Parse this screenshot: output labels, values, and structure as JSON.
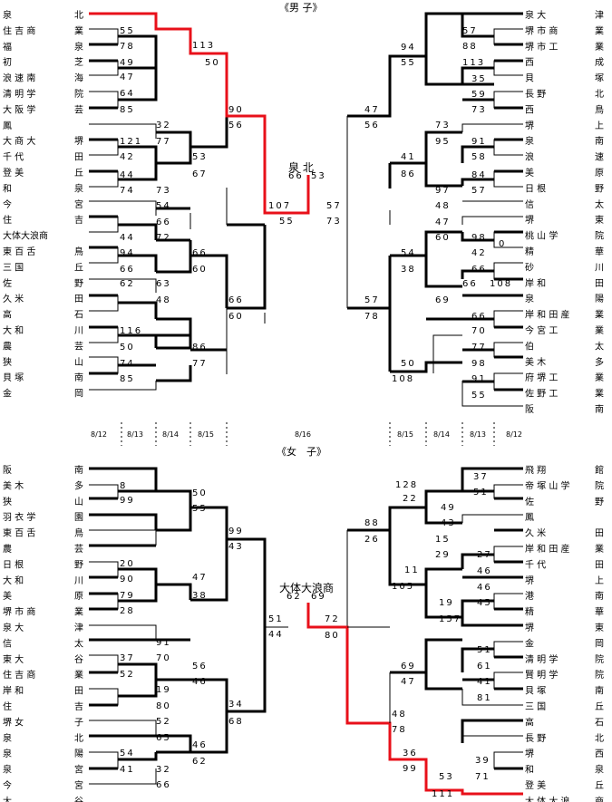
{
  "boys_title": "《男 子》",
  "girls_title": "《女　子》",
  "dates_left": [
    "8/12",
    "8/13",
    "8/14",
    "8/15"
  ],
  "date_center": "8/16",
  "dates_right": [
    "8/15",
    "8/14",
    "8/13",
    "8/12"
  ],
  "boys_champion": "泉 北",
  "boys_final_scores": [
    "66",
    "53"
  ],
  "girls_champion": "大体大浪商",
  "girls_final_scores": [
    "62",
    "69"
  ],
  "boys_left_teams": [
    [
      "泉",
      "北"
    ],
    [
      "住 吉 商",
      "業"
    ],
    [
      "福",
      "泉"
    ],
    [
      "初",
      "芝"
    ],
    [
      "浪 速 南",
      "海"
    ],
    [
      "清 明 学",
      "院"
    ],
    [
      "大 阪 学",
      "芸"
    ],
    [
      "鳳",
      ""
    ],
    [
      "大 商 大",
      "堺"
    ],
    [
      "千 代",
      "田"
    ],
    [
      "登 美",
      "丘"
    ],
    [
      "和",
      "泉"
    ],
    [
      "今",
      "宮"
    ],
    [
      "住",
      "吉"
    ],
    [
      "大体大浪商",
      ""
    ],
    [
      "東 百 舌",
      "鳥"
    ],
    [
      "三 国",
      "丘"
    ],
    [
      "佐",
      "野"
    ],
    [
      "久 米",
      "田"
    ],
    [
      "高",
      "石"
    ],
    [
      "大 和",
      "川"
    ],
    [
      "農",
      "芸"
    ],
    [
      "狭",
      "山"
    ],
    [
      "貝 塚",
      "南"
    ],
    [
      "金",
      "岡"
    ]
  ],
  "boys_right_teams": [
    [
      "泉 大",
      "津"
    ],
    [
      "堺 市 商",
      "業"
    ],
    [
      "堺 市 工",
      "業"
    ],
    [
      "西",
      "成"
    ],
    [
      "貝",
      "塚"
    ],
    [
      "長 野",
      "北"
    ],
    [
      "西",
      "鳥"
    ],
    [
      "堺",
      "上"
    ],
    [
      "泉",
      "南"
    ],
    [
      "浪",
      "速"
    ],
    [
      "美",
      "原"
    ],
    [
      "日 根",
      "野"
    ],
    [
      "信",
      "太"
    ],
    [
      "堺",
      "東"
    ],
    [
      "桃 山 学",
      "院"
    ],
    [
      "精",
      "華"
    ],
    [
      "砂",
      "川"
    ],
    [
      "岸 和",
      "田"
    ],
    [
      "泉",
      "陽"
    ],
    [
      "岸 和 田 産",
      "業"
    ],
    [
      "今 宮 工",
      "業"
    ],
    [
      "伯",
      "太"
    ],
    [
      "美 木",
      "多"
    ],
    [
      "府 堺 工",
      "業"
    ],
    [
      "佐 野 工",
      "業"
    ],
    [
      "阪",
      "南"
    ]
  ],
  "girls_left_teams": [
    [
      "阪",
      "南"
    ],
    [
      "美 木",
      "多"
    ],
    [
      "狭",
      "山"
    ],
    [
      "羽 衣 学",
      "園"
    ],
    [
      "東 百 舌",
      "鳥"
    ],
    [
      "農",
      "芸"
    ],
    [
      "日 根",
      "野"
    ],
    [
      "大 和",
      "川"
    ],
    [
      "美",
      "原"
    ],
    [
      "堺 市 商",
      "業"
    ],
    [
      "泉 大",
      "津"
    ],
    [
      "信",
      "太"
    ],
    [
      "東 大",
      "谷"
    ],
    [
      "住 吉 商",
      "業"
    ],
    [
      "岸 和",
      "田"
    ],
    [
      "住",
      "吉"
    ],
    [
      "堺 女",
      "子"
    ],
    [
      "泉",
      "北"
    ],
    [
      "泉",
      "陽"
    ],
    [
      "泉",
      "宮"
    ],
    [
      "今",
      "宮"
    ],
    [
      "大",
      "谷"
    ]
  ],
  "girls_right_teams": [
    [
      "飛 翔",
      "館"
    ],
    [
      "帝 塚 山 学",
      "院"
    ],
    [
      "佐",
      "野"
    ],
    [
      "鳳",
      ""
    ],
    [
      "久 米",
      "田"
    ],
    [
      "岸 和 田 産",
      "業"
    ],
    [
      "千 代",
      "田"
    ],
    [
      "堺",
      "上"
    ],
    [
      "港",
      "南"
    ],
    [
      "精",
      "華"
    ],
    [
      "堺",
      "東"
    ],
    [
      "金",
      "岡"
    ],
    [
      "清 明 学",
      "院"
    ],
    [
      "賢 明 学",
      "院"
    ],
    [
      "貝 塚",
      "南"
    ],
    [
      "三 国",
      "丘"
    ],
    [
      "高",
      "石"
    ],
    [
      "長 野",
      "北"
    ],
    [
      "堺",
      "西"
    ],
    [
      "和",
      "泉"
    ],
    [
      "登 美",
      "丘"
    ],
    [
      "大 体 大 浪",
      "商"
    ]
  ],
  "score_labels": [
    "55",
    "78",
    "113",
    "50",
    "49",
    "47",
    "64",
    "85",
    "90",
    "56",
    "32",
    "121",
    "77",
    "42",
    "53",
    "67",
    "44",
    "74",
    "73",
    "54",
    "66",
    "44",
    "72",
    "94",
    "107",
    "55",
    "66",
    "60",
    "66",
    "62",
    "63",
    "48",
    "66",
    "60",
    "116",
    "50",
    "86",
    "77",
    "74",
    "85",
    "57",
    "88",
    "94",
    "55",
    "113",
    "35",
    "59",
    "73",
    "47",
    "56",
    "73",
    "95",
    "91",
    "58",
    "41",
    "86",
    "84",
    "97",
    "57",
    "48",
    "57",
    "73",
    "47",
    "60",
    "98",
    "42",
    "0",
    "54",
    "38",
    "66",
    "66",
    "108",
    "69",
    "57",
    "78",
    "66",
    "70",
    "77",
    "98",
    "50",
    "108",
    "91",
    "55",
    "8",
    "99",
    "50",
    "55",
    "99",
    "43",
    "20",
    "90",
    "47",
    "38",
    "79",
    "28",
    "51",
    "44",
    "91",
    "70",
    "37",
    "52",
    "56",
    "46",
    "19",
    "80",
    "34",
    "68",
    "52",
    "65",
    "46",
    "62",
    "54",
    "41",
    "32",
    "66",
    "37",
    "51",
    "128",
    "22",
    "49",
    "43",
    "88",
    "26",
    "15",
    "29",
    "27",
    "46",
    "11",
    "105",
    "72",
    "80",
    "46",
    "45",
    "19",
    "157",
    "51",
    "61",
    "69",
    "47",
    "41",
    "81",
    "48",
    "78",
    "39",
    "71",
    "36",
    "99",
    "53",
    "111"
  ]
}
